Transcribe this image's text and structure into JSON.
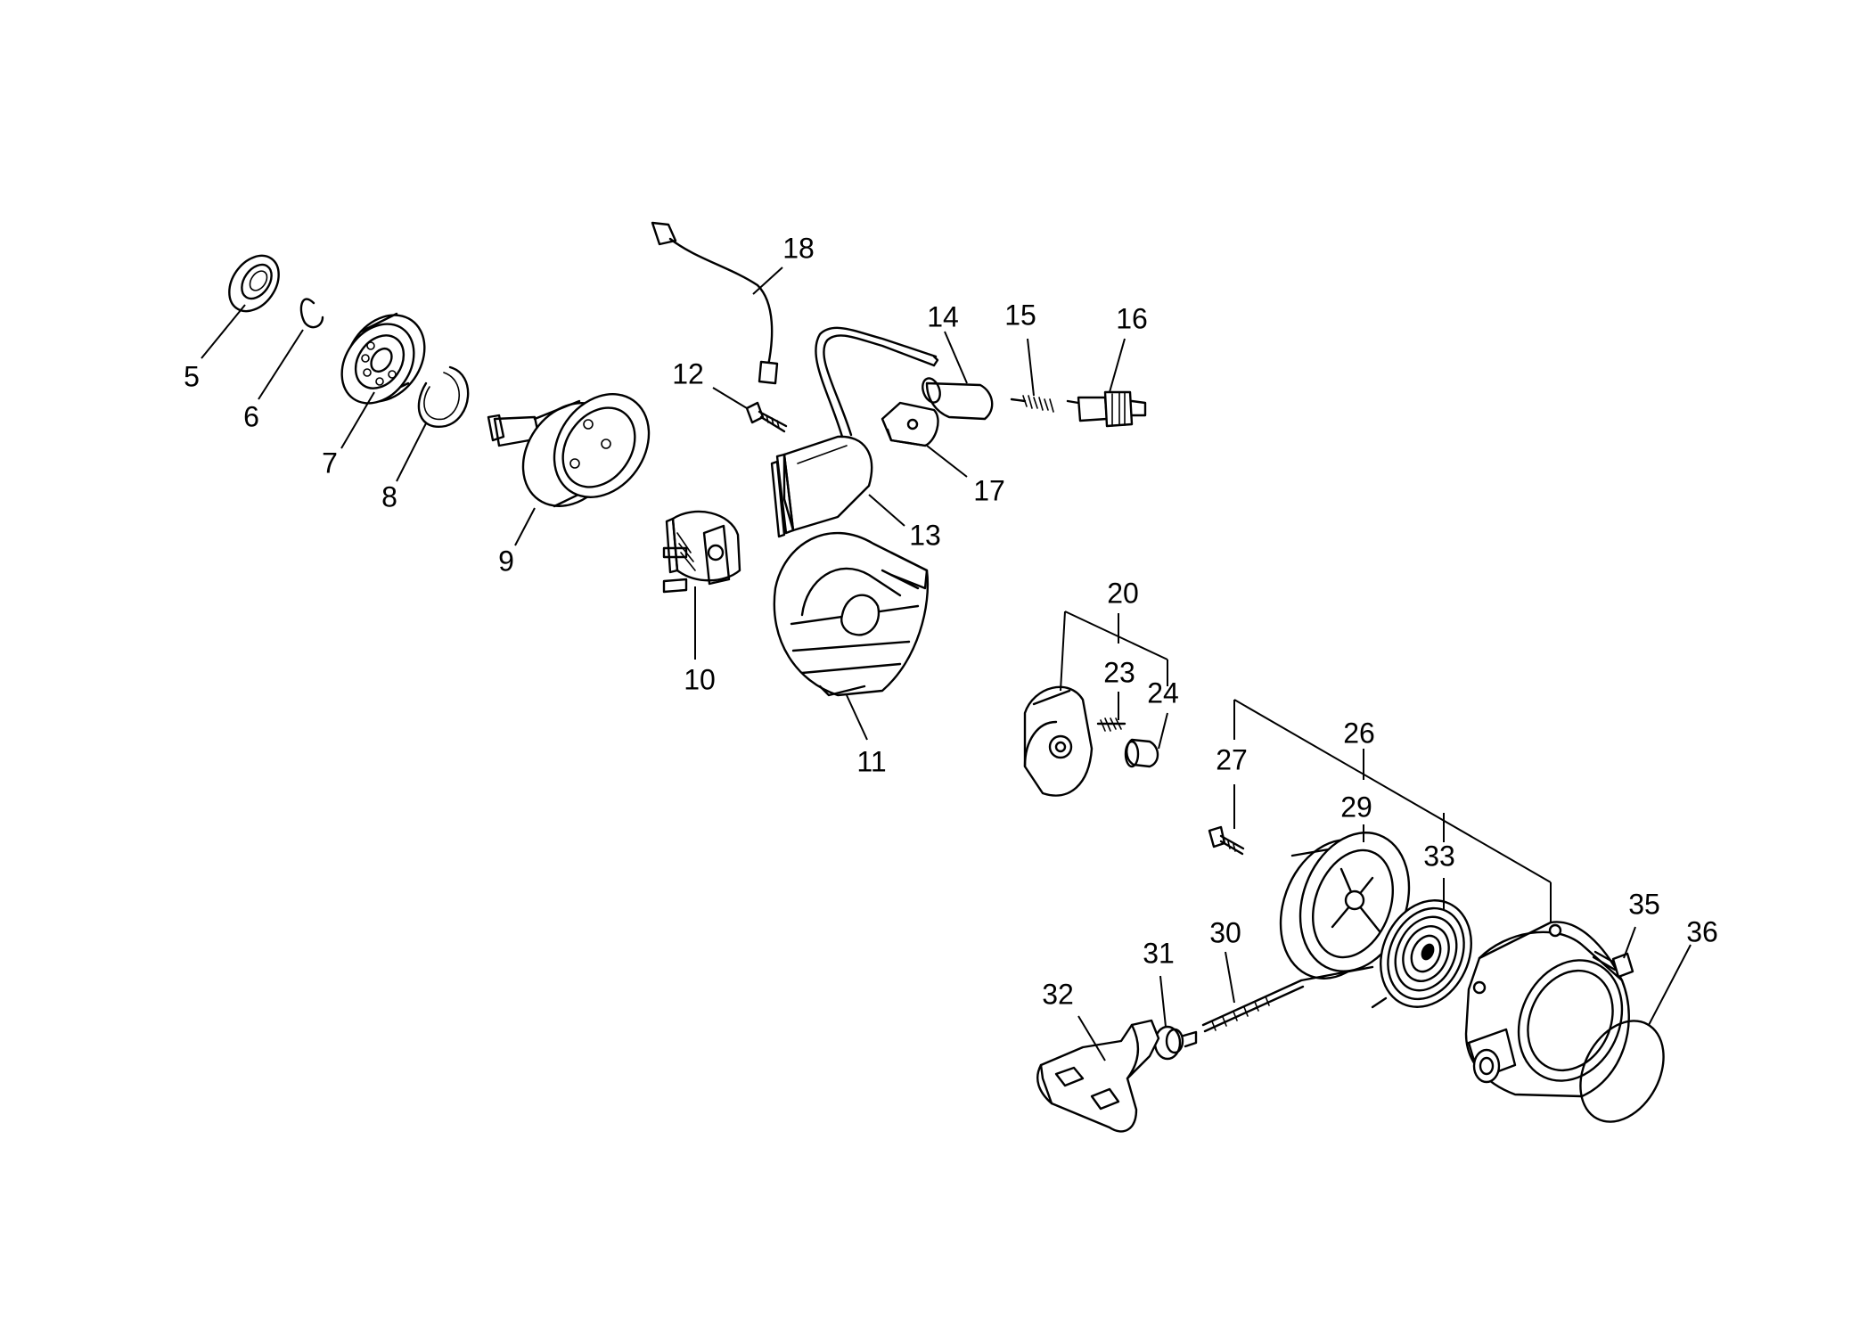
{
  "figure": {
    "ink_color": "#000000",
    "background_color": "#ffffff",
    "parts": [
      {
        "id": "p5",
        "number": "5"
      },
      {
        "id": "p6",
        "number": "6"
      },
      {
        "id": "p7",
        "number": "7"
      },
      {
        "id": "p8",
        "number": "8"
      },
      {
        "id": "p9",
        "number": "9"
      },
      {
        "id": "p10",
        "number": "10"
      },
      {
        "id": "p11",
        "number": "11"
      },
      {
        "id": "p12",
        "number": "12"
      },
      {
        "id": "p13",
        "number": "13"
      },
      {
        "id": "p14",
        "number": "14"
      },
      {
        "id": "p15",
        "number": "15"
      },
      {
        "id": "p16",
        "number": "16"
      },
      {
        "id": "p17",
        "number": "17"
      },
      {
        "id": "p18",
        "number": "18"
      },
      {
        "id": "p20",
        "number": "20"
      },
      {
        "id": "p23",
        "number": "23"
      },
      {
        "id": "p24",
        "number": "24"
      },
      {
        "id": "p26",
        "number": "26"
      },
      {
        "id": "p27",
        "number": "27"
      },
      {
        "id": "p29",
        "number": "29"
      },
      {
        "id": "p30",
        "number": "30"
      },
      {
        "id": "p31",
        "number": "31"
      },
      {
        "id": "p32",
        "number": "32"
      },
      {
        "id": "p33",
        "number": "33"
      },
      {
        "id": "p35",
        "number": "35"
      },
      {
        "id": "p36",
        "number": "36"
      }
    ]
  }
}
